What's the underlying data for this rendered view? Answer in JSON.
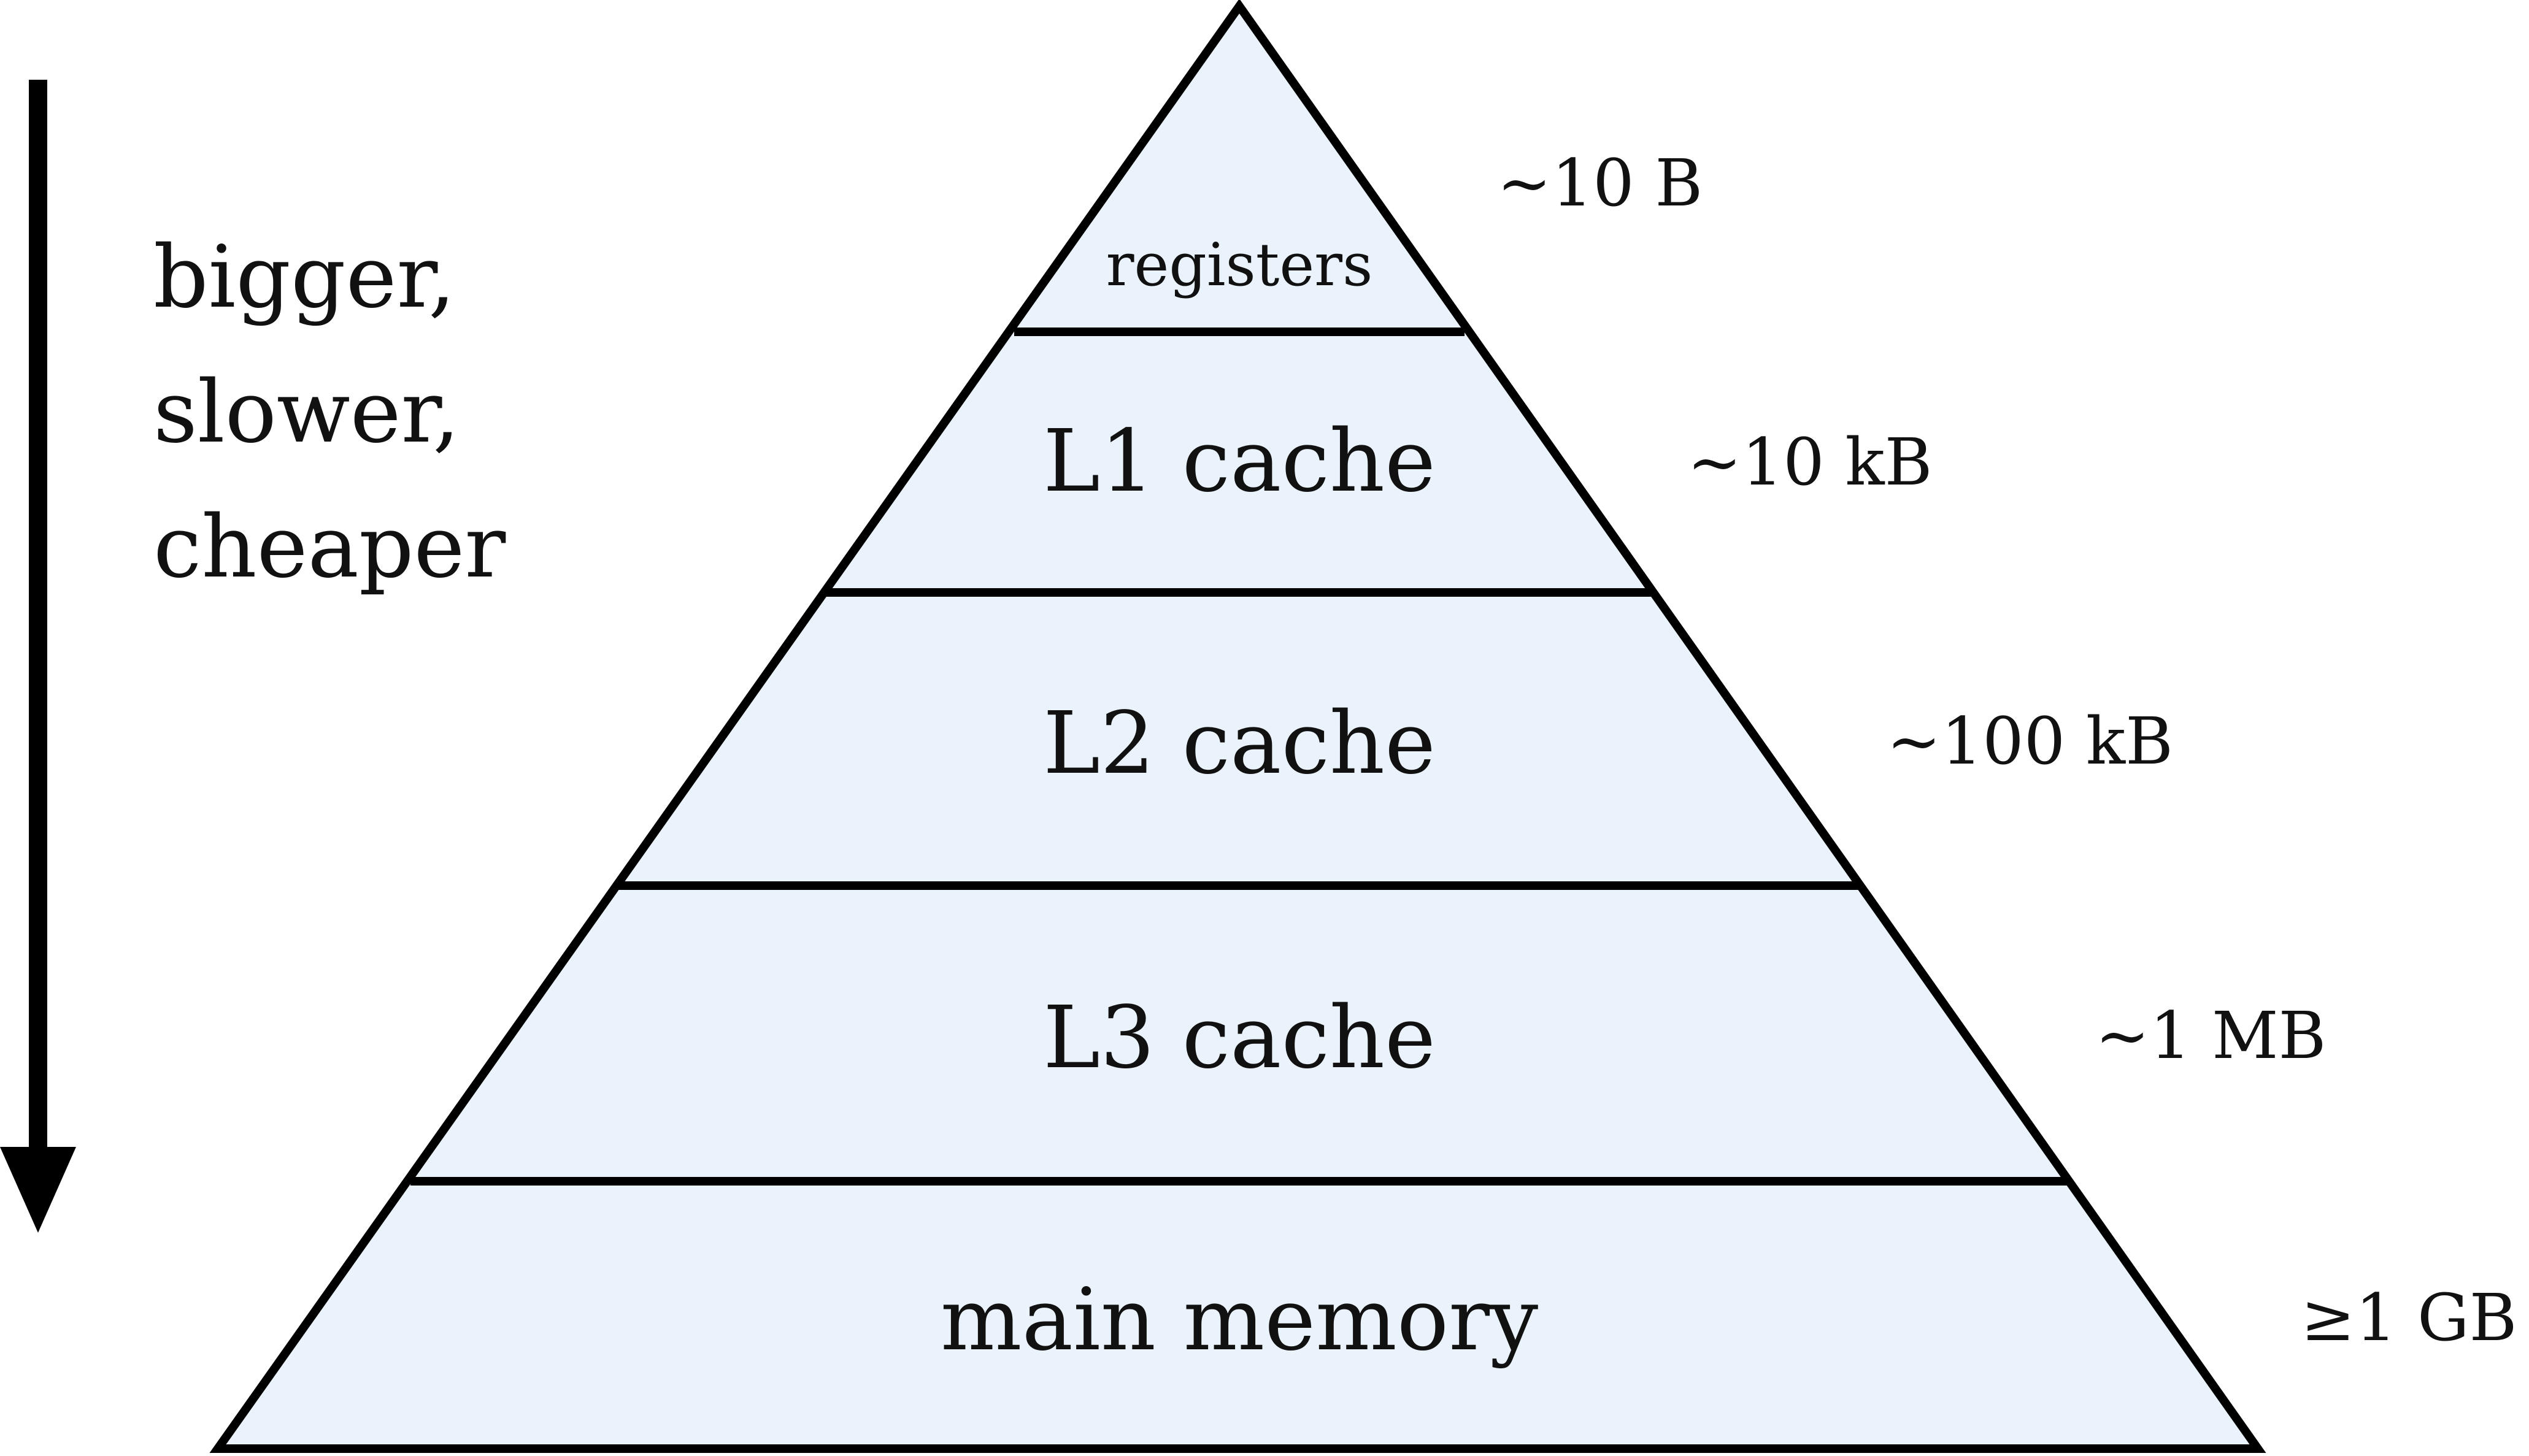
{
  "diagram": {
    "side_caption": {
      "lines": [
        "bigger,",
        "slower,",
        "cheaper"
      ]
    },
    "levels": [
      {
        "label": "registers",
        "size": "~10 B"
      },
      {
        "label": "L1 cache",
        "size": "~10 kB"
      },
      {
        "label": "L2 cache",
        "size": "~100 kB"
      },
      {
        "label": "L3 cache",
        "size": "~1 MB"
      },
      {
        "label": "main memory",
        "size": "≥1 GB"
      }
    ]
  },
  "colors": {
    "fill": "#eaf2fb",
    "stroke": "#000000"
  }
}
